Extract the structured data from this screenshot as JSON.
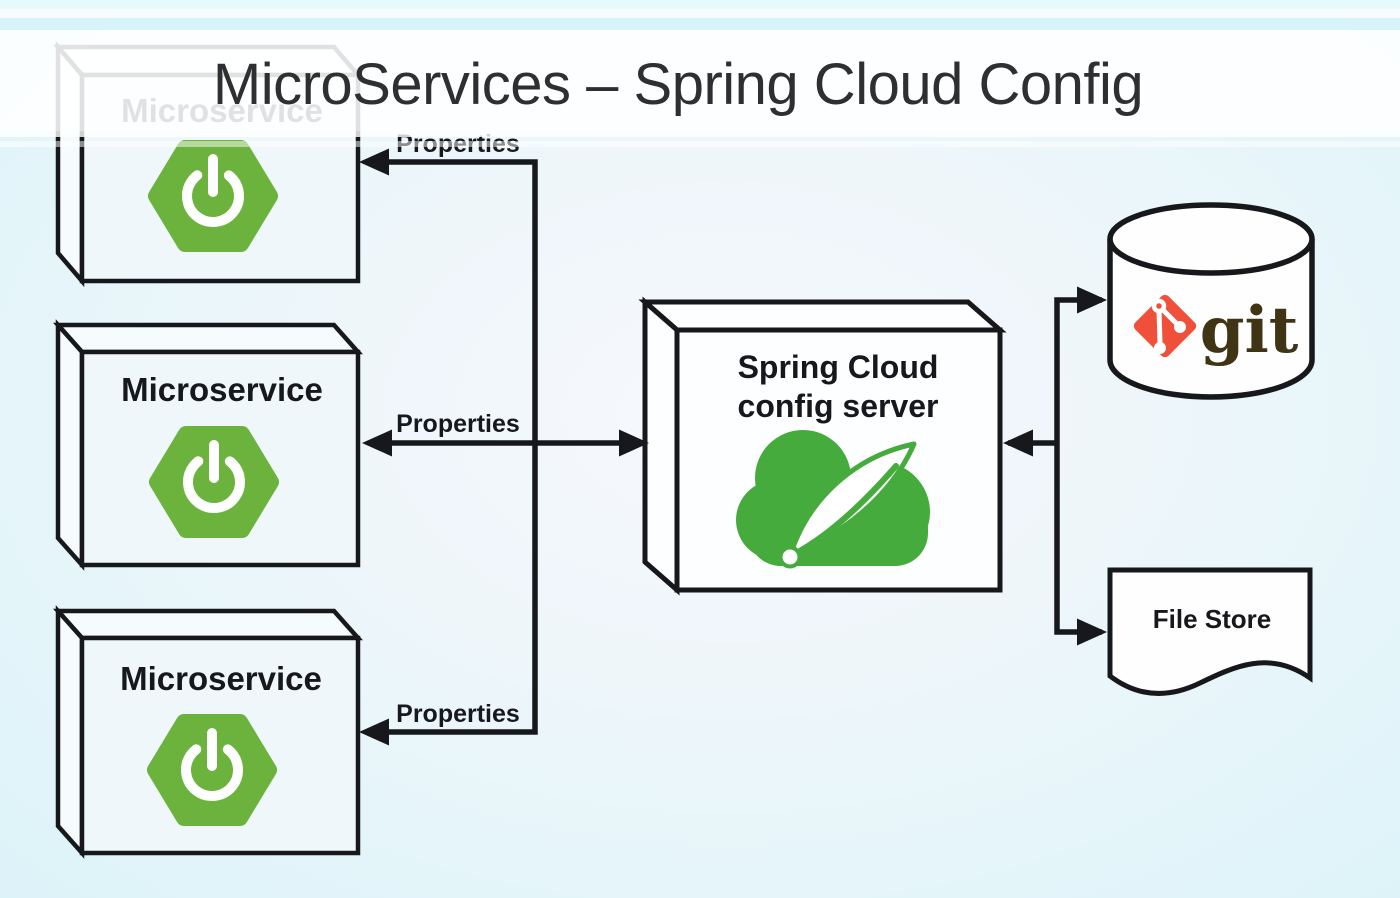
{
  "title": "MicroServices – Spring Cloud Config",
  "nodes": {
    "microservice1": {
      "label": "Microservice"
    },
    "microservice2": {
      "label": "Microservice"
    },
    "microservice3": {
      "label": "Microservice"
    },
    "config_server": {
      "label_line1": "Spring Cloud",
      "label_line2": "config server"
    },
    "git": {
      "label": "git"
    },
    "file_store": {
      "label": "File Store"
    }
  },
  "edges": {
    "properties1": {
      "label": "Properties"
    },
    "properties2": {
      "label": "Properties"
    },
    "properties3": {
      "label": "Properties"
    }
  },
  "colors": {
    "spring_boot_green": "#6cb33e",
    "spring_cloud_green": "#45ab3d",
    "git_red": "#f0503a",
    "git_text": "#3f3414",
    "line_black": "#17181b",
    "box_fill": "#f0f7fb",
    "white_fill": "#fefeff",
    "banner_white": "#ffffff",
    "top_strip_cyan": "#d8f3f9"
  }
}
